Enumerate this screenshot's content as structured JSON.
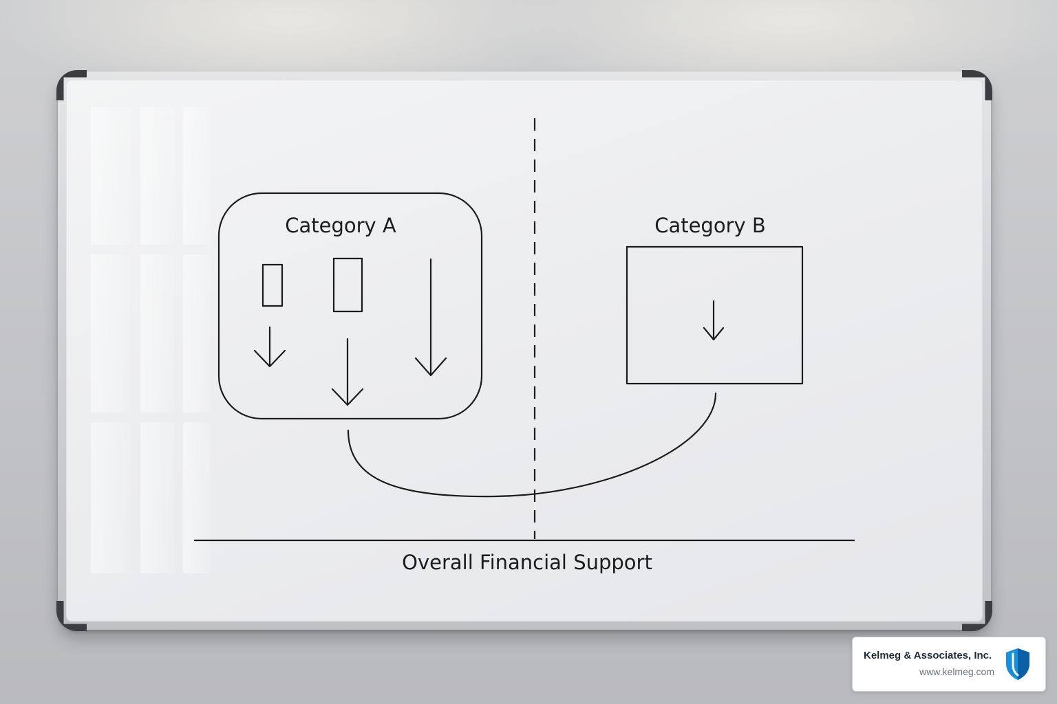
{
  "diagram": {
    "category_a_label": "Category A",
    "category_b_label": "Category B",
    "baseline_label": "Overall Financial Support"
  },
  "branding": {
    "company_name": "Kelmeg & Associates, Inc.",
    "website": "www.kelmeg.com",
    "logo_icon": "shield-icon",
    "logo_colors": [
      "#1a8fd6",
      "#0b5fa5"
    ]
  },
  "colors": {
    "ink": "#1c1c1c",
    "board_frame": "#3b3d40",
    "board_surface": "#eceef0",
    "wall": "#c4c5c8"
  }
}
